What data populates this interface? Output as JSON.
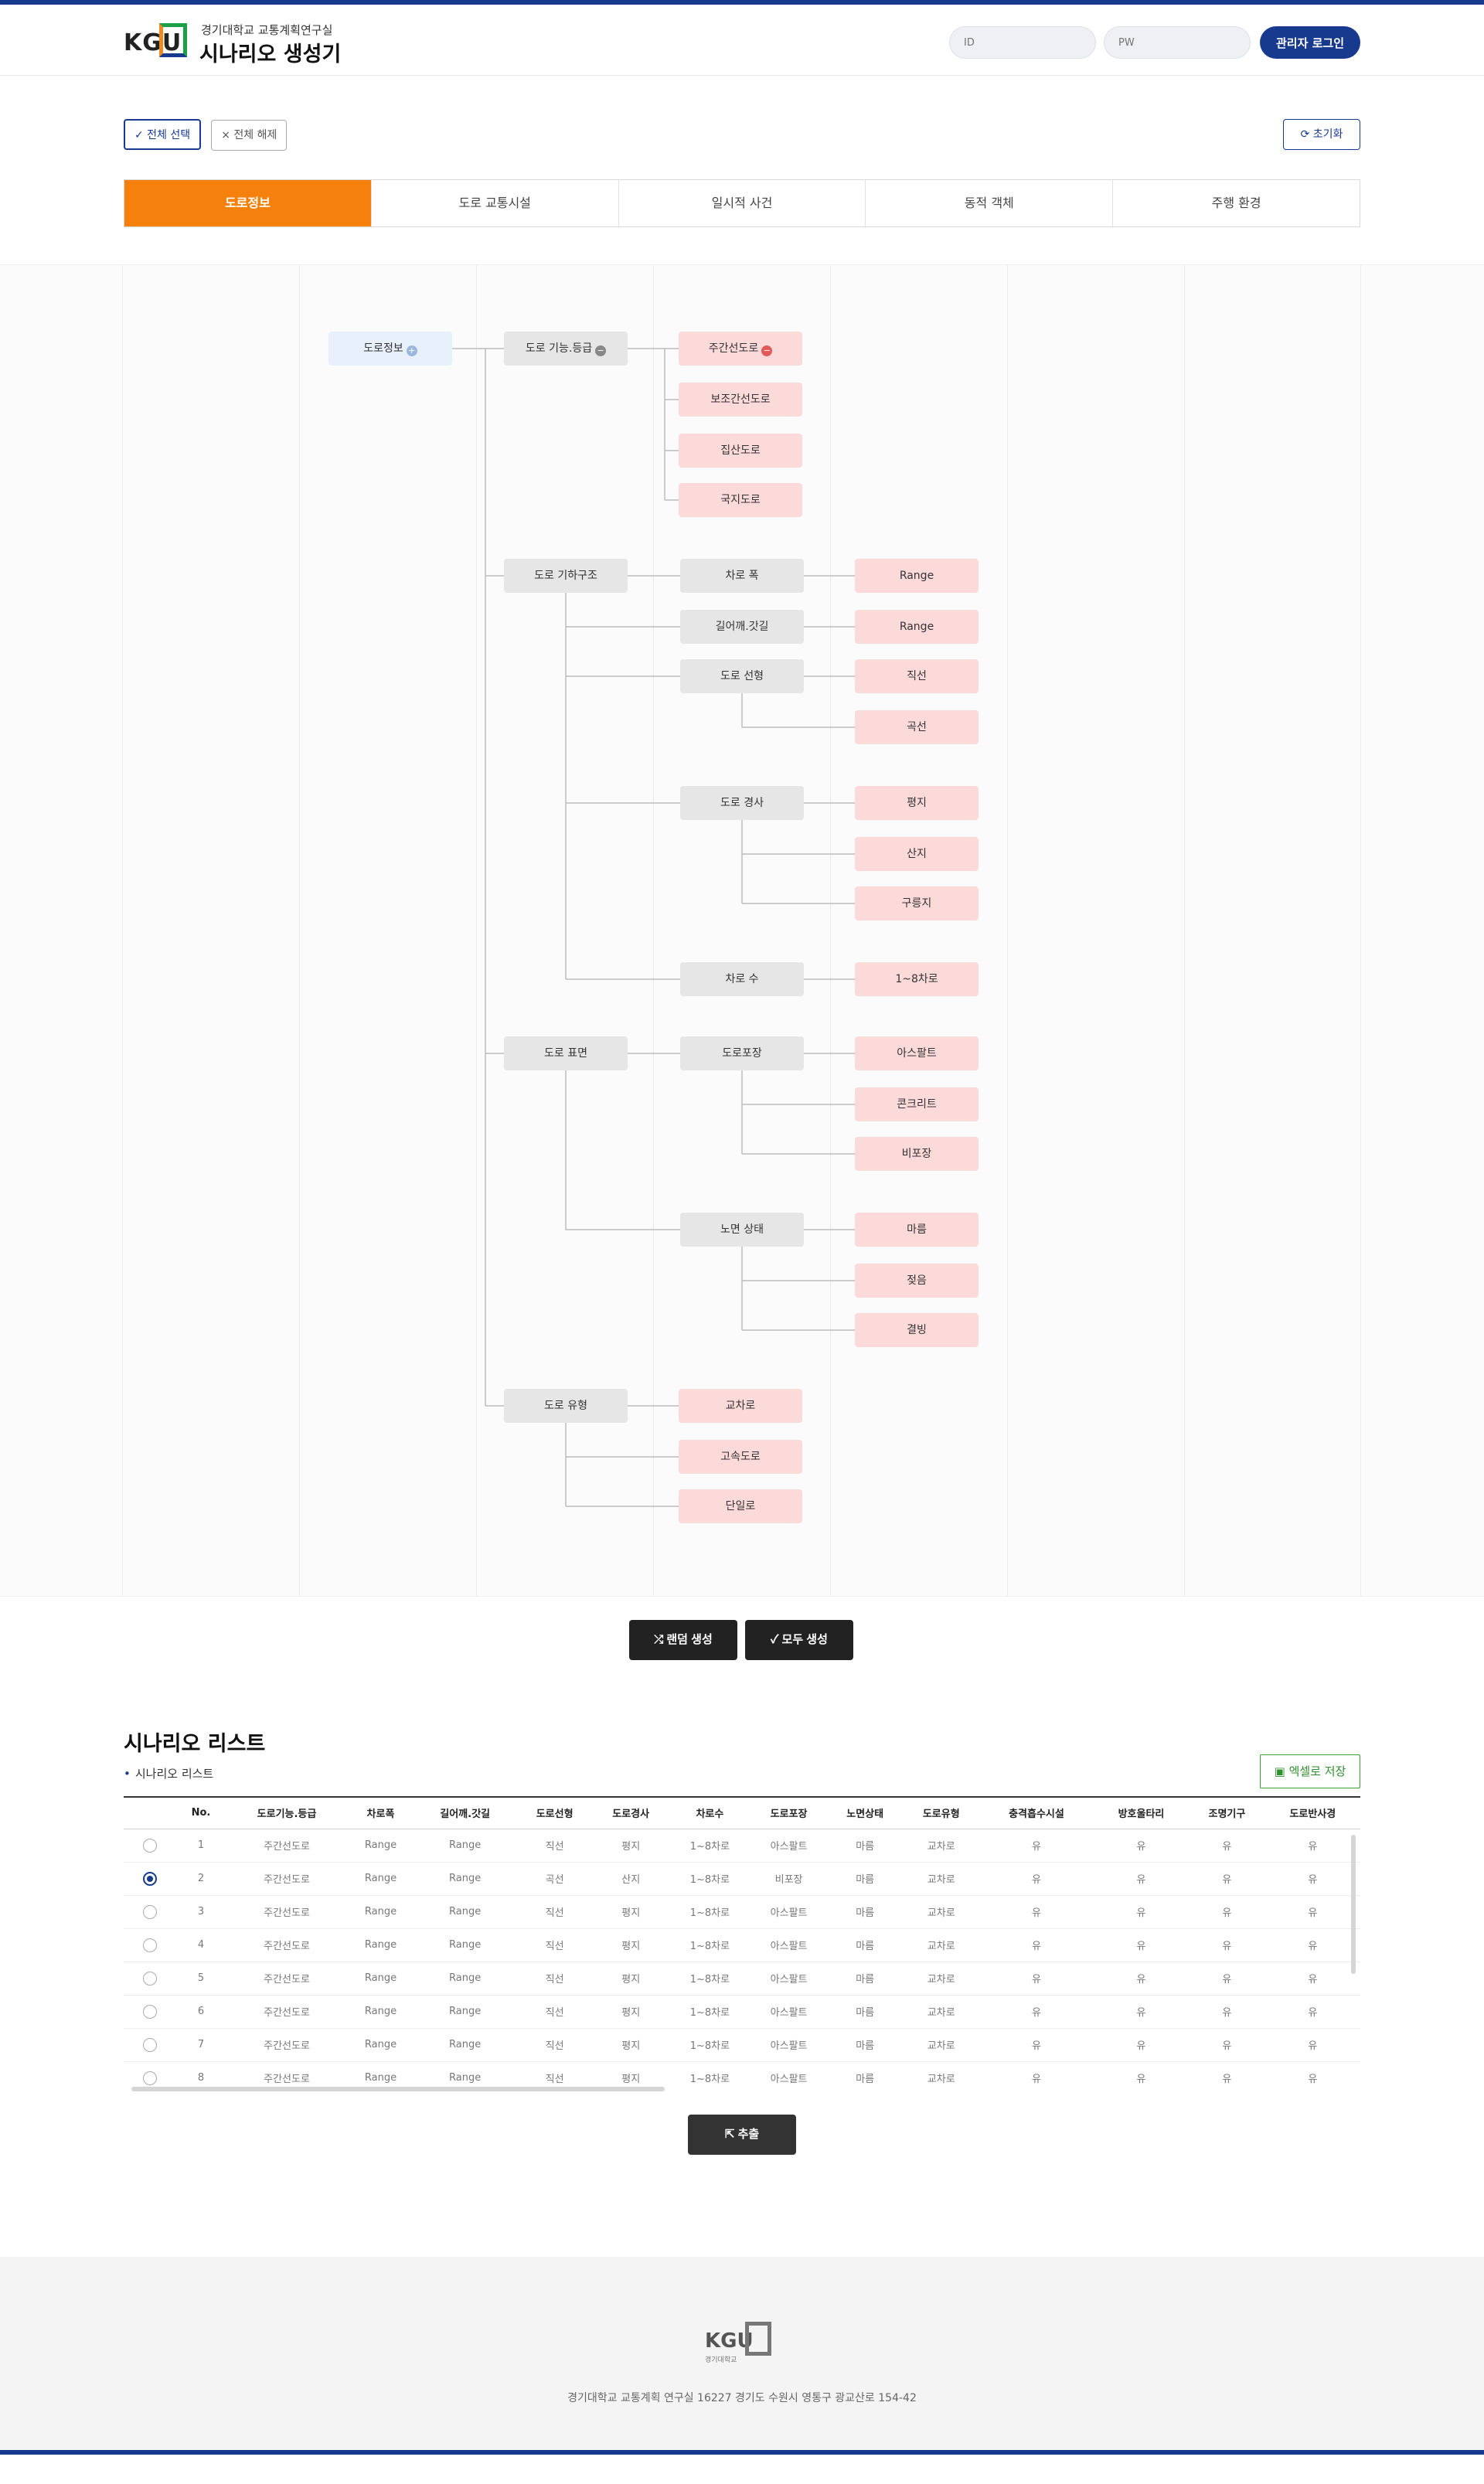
{
  "header": {
    "org": "경기대학교 교통계획연구실",
    "title": "시나리오 생성기",
    "logo_text": "KGU",
    "id_placeholder": "ID",
    "pw_placeholder": "PW",
    "admin_login": "관리자 로그인"
  },
  "controls": {
    "select_all": "✓ 전체 선택",
    "deselect_all": "× 전체 해제",
    "reset": "⟳ 초기화"
  },
  "tabs": [
    "도로정보",
    "도로 교통시설",
    "일시적 사건",
    "동적 객체",
    "주행 환경"
  ],
  "tree": {
    "root": "도로정보",
    "level1": [
      "도로 기능.등급",
      "도로 기하구조",
      "도로 표면",
      "도로 유형"
    ],
    "func_grade": [
      "주간선도로",
      "보조간선도로",
      "집산도로",
      "국지도로"
    ],
    "geometry": [
      "차로 폭",
      "길어깨.갓길",
      "도로 선형",
      "도로 경사",
      "차로 수"
    ],
    "lane_width": [
      "Range"
    ],
    "shoulder": [
      "Range"
    ],
    "alignment": [
      "직선",
      "곡선"
    ],
    "slope": [
      "평지",
      "산지",
      "구릉지"
    ],
    "lanes": [
      "1~8차로"
    ],
    "surface": [
      "도로포장",
      "노면 상태"
    ],
    "pavement": [
      "아스팔트",
      "콘크리트",
      "비포장"
    ],
    "condition": [
      "마름",
      "젖음",
      "결빙"
    ],
    "road_type": [
      "교차로",
      "고속도로",
      "단일로"
    ]
  },
  "buttons": {
    "random": "⤮ 랜덤 생성",
    "all": "✓ 모두 생성",
    "excel": "엑셀로 저장",
    "extract": "⇱ 추출"
  },
  "list": {
    "title": "시나리오 리스트",
    "subtitle": "시나리오 리스트",
    "columns": [
      "",
      "No.",
      "도로기능.등급",
      "차로폭",
      "길어깨.갓길",
      "도로선형",
      "도로경사",
      "차로수",
      "도로포장",
      "노면상태",
      "도로유형",
      "충격흡수시설",
      "방호울타리",
      "조명기구",
      "도로반사경"
    ],
    "rows": [
      {
        "selected": false,
        "cells": [
          "1",
          "주간선도로",
          "Range",
          "Range",
          "직선",
          "평지",
          "1~8차로",
          "아스팔트",
          "마름",
          "교차로",
          "유",
          "유",
          "유",
          "유"
        ]
      },
      {
        "selected": true,
        "cells": [
          "2",
          "주간선도로",
          "Range",
          "Range",
          "곡선",
          "산지",
          "1~8차로",
          "비포장",
          "마름",
          "교차로",
          "유",
          "유",
          "유",
          "유"
        ]
      },
      {
        "selected": false,
        "cells": [
          "3",
          "주간선도로",
          "Range",
          "Range",
          "직선",
          "평지",
          "1~8차로",
          "아스팔트",
          "마름",
          "교차로",
          "유",
          "유",
          "유",
          "유"
        ]
      },
      {
        "selected": false,
        "cells": [
          "4",
          "주간선도로",
          "Range",
          "Range",
          "직선",
          "평지",
          "1~8차로",
          "아스팔트",
          "마름",
          "교차로",
          "유",
          "유",
          "유",
          "유"
        ]
      },
      {
        "selected": false,
        "cells": [
          "5",
          "주간선도로",
          "Range",
          "Range",
          "직선",
          "평지",
          "1~8차로",
          "아스팔트",
          "마름",
          "교차로",
          "유",
          "유",
          "유",
          "유"
        ]
      },
      {
        "selected": false,
        "cells": [
          "6",
          "주간선도로",
          "Range",
          "Range",
          "직선",
          "평지",
          "1~8차로",
          "아스팔트",
          "마름",
          "교차로",
          "유",
          "유",
          "유",
          "유"
        ]
      },
      {
        "selected": false,
        "cells": [
          "7",
          "주간선도로",
          "Range",
          "Range",
          "직선",
          "평지",
          "1~8차로",
          "아스팔트",
          "마름",
          "교차로",
          "유",
          "유",
          "유",
          "유"
        ]
      },
      {
        "selected": false,
        "cells": [
          "8",
          "주간선도로",
          "Range",
          "Range",
          "직선",
          "평지",
          "1~8차로",
          "아스팔트",
          "마름",
          "교차로",
          "유",
          "유",
          "유",
          "유"
        ]
      }
    ]
  },
  "footer": {
    "logo_text": "KGU",
    "uni": "경기대학교",
    "address": "경기대학교 교통계획 연구실 16227 경기도 수원시 영통구 광교산로 154-42"
  },
  "colors": {
    "primary": "#173a8f",
    "accent": "#f5800c",
    "node_grey": "#e6e6e6",
    "node_pink": "#fddada",
    "node_root": "#e7f0fb"
  }
}
